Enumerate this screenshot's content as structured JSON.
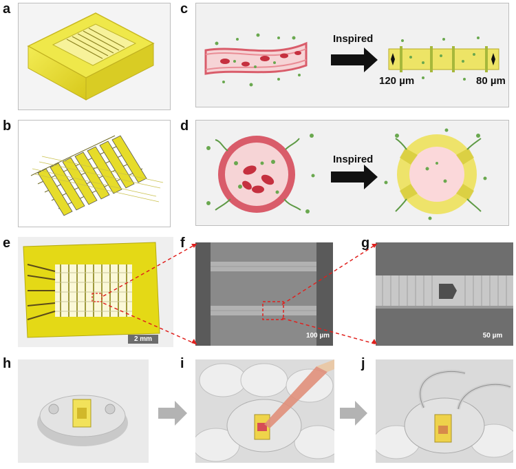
{
  "panels": {
    "a": "a",
    "b": "b",
    "c": "c",
    "d": "d",
    "e": "e",
    "f": "f",
    "g": "g",
    "h": "h",
    "i": "i",
    "j": "j"
  },
  "panel_c": {
    "arrow_label": "Inspired",
    "width_left": "120 µm",
    "width_right": "80 µm"
  },
  "panel_d": {
    "arrow_label": "Inspired"
  },
  "scalebars": {
    "e": "2 mm",
    "f": "100 µm",
    "g": "50 µm"
  },
  "colors": {
    "chip_yellow": "#e6dc2a",
    "vessel_red": "#d95c6a",
    "particle_green": "#6aa84f",
    "dashed_red": "#e0201d",
    "arrow_gray": "#b3b3b3"
  }
}
